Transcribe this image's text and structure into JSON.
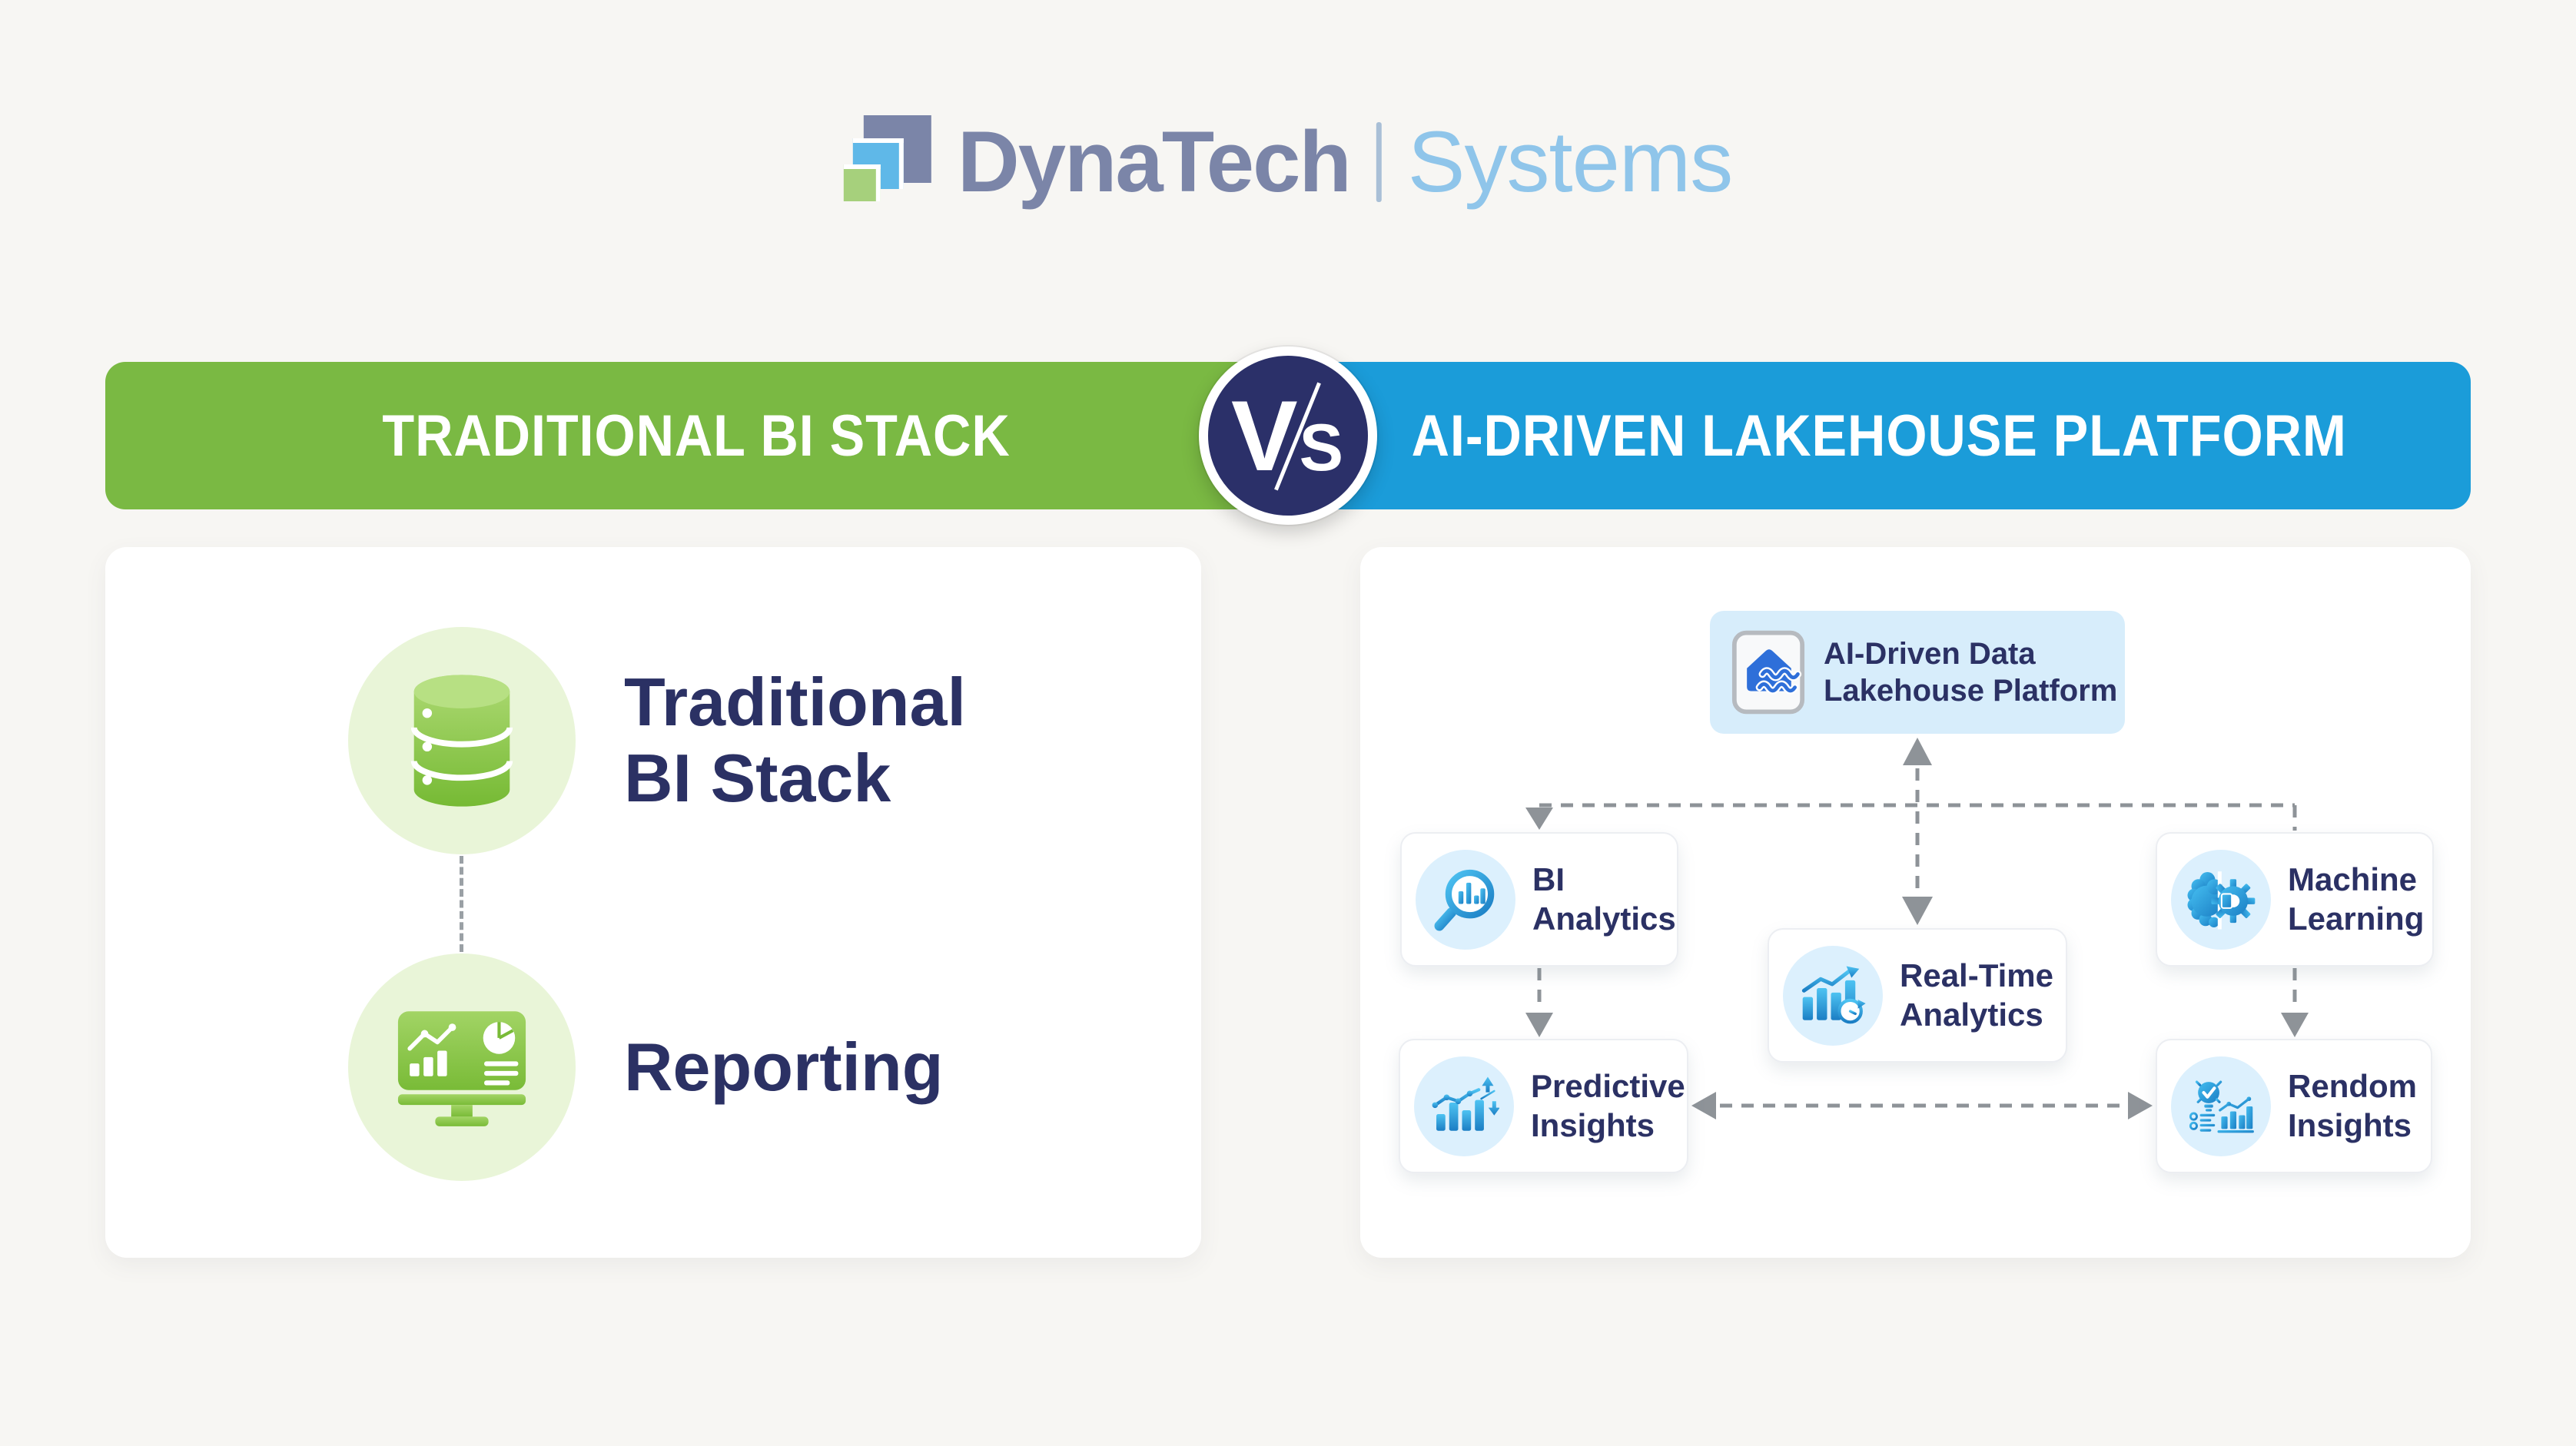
{
  "logo": {
    "brand": "DynaTech",
    "suffix": "Systems"
  },
  "comparison": {
    "left_title": "TRADITIONAL BI STACK",
    "right_title": "AI-DRIVEN LAKEHOUSE PLATFORM",
    "vs": "VS"
  },
  "traditional": {
    "items": [
      {
        "label": "Traditional\nBI Stack",
        "icon": "database-icon"
      },
      {
        "label": "Reporting",
        "icon": "reporting-monitor-icon"
      }
    ]
  },
  "lakehouse": {
    "root": {
      "label": "AI-Driven Data\nLakehouse Platform",
      "icon": "lakehouse-icon"
    },
    "nodes": [
      {
        "label": "BI\nAnalytics",
        "icon": "magnifier-chart-icon"
      },
      {
        "label": "Machine\nLearning",
        "icon": "brain-gear-icon"
      },
      {
        "label": "Real-Time\nAnalytics",
        "icon": "realtime-chart-icon"
      },
      {
        "label": "Predictive\nInsights",
        "icon": "predictive-chart-icon"
      },
      {
        "label": "Rendom\nInsights",
        "icon": "insights-bulb-icon"
      }
    ]
  },
  "colors": {
    "background": "#f7f6f3",
    "green_banner": "#7ab943",
    "blue_banner": "#1b9cd9",
    "vs_badge": "#2b3069",
    "navy_text": "#2b3164",
    "light_green": "#e9f5d8",
    "light_blue_box": "#d7edfb",
    "light_blue_circle": "#dcf0fd",
    "icon_green": "#8cc63f",
    "icon_blue": "#2196d6",
    "connector_gray": "#8e9398",
    "logo_slate": "#7b85a8",
    "logo_blue": "#5fb8e8",
    "logo_green": "#a6d07c",
    "logo_systems": "#8fc5ea"
  }
}
